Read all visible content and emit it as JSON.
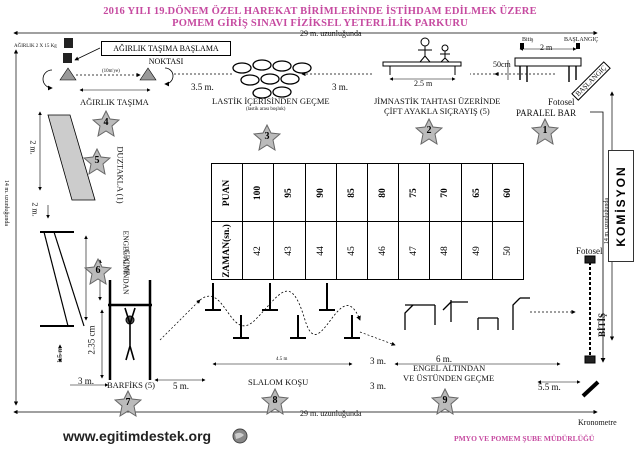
{
  "header": {
    "line1": "2016 YILI 19.DÖNEM ÖZEL HAREKAT BİRİMLERİNDE İSTİHDAM EDİLMEK ÜZERE",
    "line2": "POMEM GİRİŞ SINAVI FİZİKSEL YETERLİLİK PARKURU"
  },
  "dimensions": {
    "top_width": "29 m. uzunluğunda",
    "bottom_width": "29 m. uzunluğunda",
    "left_height": "14 m. uzunluğunda",
    "right_height": "14 m. uzunluğunda"
  },
  "stations": {
    "s1": {
      "number": "1",
      "name": "PARALEL BAR",
      "fotosel": "Fotosel",
      "start": "BAŞLANGIÇ",
      "start_small": "BAŞLANGIÇ",
      "d_2m": "2 m",
      "d_50cm": "50cm",
      "bitis": "Bitiş"
    },
    "s2": {
      "number": "2",
      "name_line1": "JİMNASTİK TAHTASI ÜZERİNDE",
      "name_line2": "ÇİFT AYAKLA SIÇRAYIŞ (5)",
      "d": "2.5 m"
    },
    "s3": {
      "number": "3",
      "name": "LASTİK İÇERİSİNDEN GEÇME",
      "d_left": "3.5 m.",
      "d_right": "3 m.",
      "sub": "(lastik arası boşluk)"
    },
    "s4": {
      "number": "4",
      "name": "AĞIRLIK TAŞIMA",
      "start_box": "AĞIRLIK TAŞIMA BAŞLAMA NOKTASI",
      "weights": "AĞIRLIK 2 X 15 Kg",
      "d": "(10m'ye)"
    },
    "s5": {
      "number": "5",
      "name": "DUZTAKLA (1)",
      "d": "2 m."
    },
    "s6": {
      "number": "6",
      "name_line1": "ENGEL ALTINDAN",
      "name_line2": "GEÇME",
      "d": "2 m."
    },
    "s7": {
      "number": "7",
      "name": "BARFİKS (5)",
      "d_height": "2.35 cm",
      "d_3m": "3 m.",
      "d_15": "1.5 m"
    },
    "s8": {
      "number": "8",
      "name": "SLALOM KOŞU",
      "d_left": "5 m.",
      "d_right": "3 m.",
      "d_total": "4.5 m"
    },
    "s9": {
      "number": "9",
      "name_line1": "ENGEL ALTINDAN",
      "name_line2": "VE ÜSTÜNDEN GEÇME",
      "d_6m": "6 m.",
      "d_3m": "3 m.",
      "d_55": "5.5 m."
    },
    "finish": {
      "fotosel": "Fotosel",
      "bitis": "BİTİŞ",
      "kronometre": "Kronometre"
    }
  },
  "score_table": {
    "puan_label": "PUAN",
    "zaman_label": "ZAMAN(sn.)",
    "puan": [
      "100",
      "95",
      "90",
      "85",
      "80",
      "75",
      "70",
      "65",
      "60"
    ],
    "zaman": [
      "42",
      "43",
      "44",
      "45",
      "46",
      "47",
      "48",
      "49",
      "50"
    ]
  },
  "komisyon": "KOMİSYON",
  "website": "www.egitimdestek.org",
  "footer": "PMYO VE POMEM ŞUBE MÜDÜRLÜĞÜ"
}
